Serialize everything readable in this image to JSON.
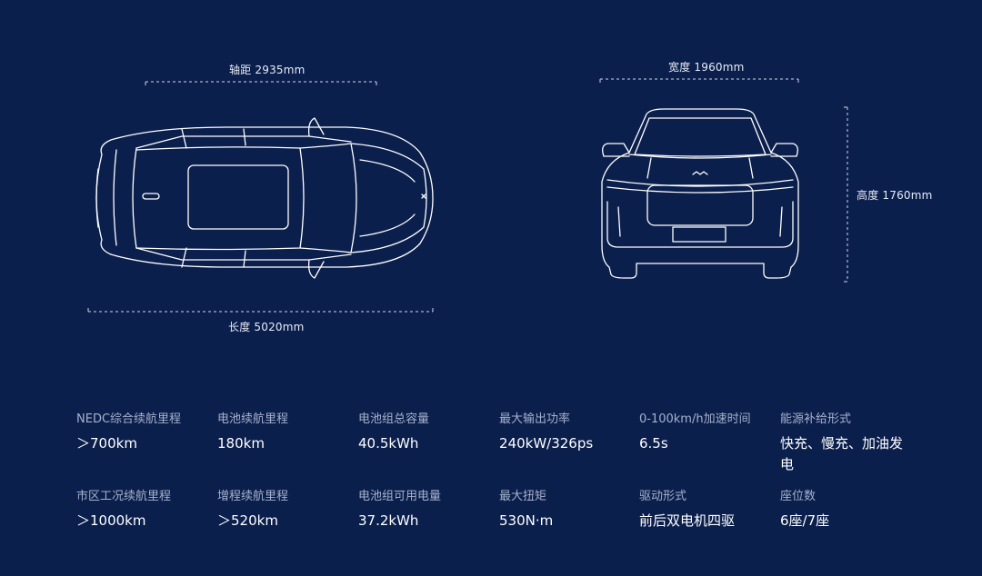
{
  "dimensions": {
    "wheelbase": "轴距 2935mm",
    "length": "长度 5020mm",
    "width": "宽度 1960mm",
    "height": "高度 1760mm"
  },
  "specs": [
    {
      "label": "NEDC综合续航里程",
      "value": "＞700km"
    },
    {
      "label": "电池续航里程",
      "value": "180km"
    },
    {
      "label": "电池组总容量",
      "value": "40.5kWh"
    },
    {
      "label": "最大输出功率",
      "value": "240kW/326ps"
    },
    {
      "label": "0-100km/h加速时间",
      "value": "6.5s"
    },
    {
      "label": "能源补给形式",
      "value": "快充、慢充、加油发电"
    },
    {
      "label": "市区工况续航里程",
      "value": "＞1000km"
    },
    {
      "label": "增程续航里程",
      "value": "＞520km"
    },
    {
      "label": "电池组可用电量",
      "value": "37.2kWh"
    },
    {
      "label": "最大扭矩",
      "value": "530N·m"
    },
    {
      "label": "驱动形式",
      "value": "前后双电机四驱"
    },
    {
      "label": "座位数",
      "value": "6座/7座"
    }
  ],
  "colors": {
    "background": "#0b1f4d",
    "line": "#ffffff",
    "label": "#a6b1cc"
  }
}
